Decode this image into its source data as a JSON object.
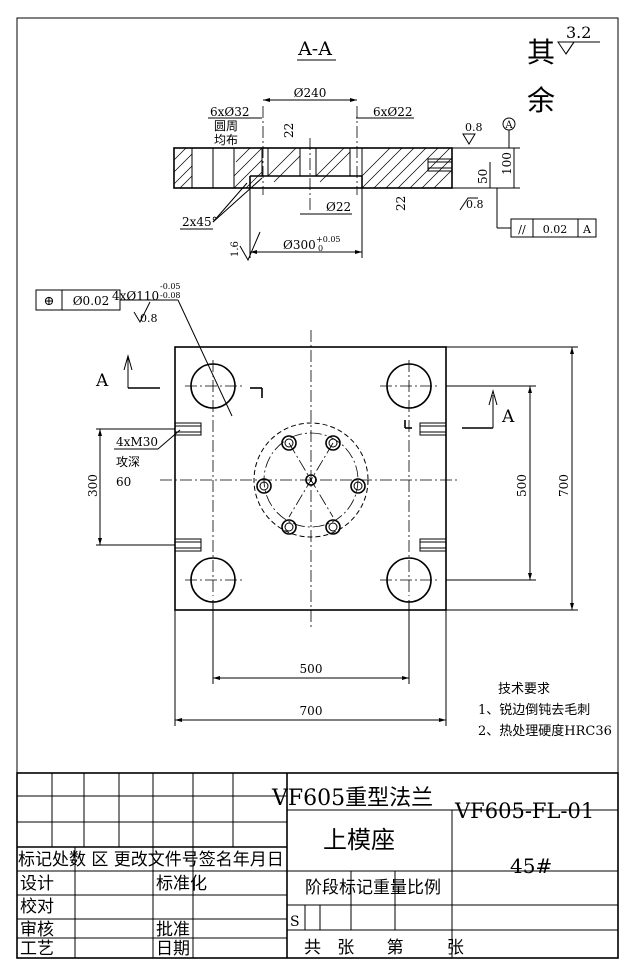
{
  "section_title": "A-A",
  "roughness_note": {
    "main": "其余",
    "value": "3.2"
  },
  "section_dims": {
    "d240": "Ø240",
    "holes_6x32": "6xØ32",
    "circ_pattern_1": "圆周",
    "circ_pattern_2": "均布",
    "holes_6x22": "6xØ22",
    "dim_22_top": "22",
    "dim_22_right": "22",
    "d22": "Ø22",
    "chamfer": "2x45°",
    "d300": "Ø300",
    "d300_tol_upper": "+0.05",
    "d300_tol_lower": "0",
    "dim_50": "50",
    "dim_100": "100",
    "rough_08_a": "0.8",
    "rough_08_b": "0.8",
    "rough_16": "1.6",
    "datum": "A"
  },
  "parallelism_frame": {
    "symbol": "//",
    "value": "0.02",
    "datum": "A"
  },
  "position_frame": {
    "symbol": "⊕",
    "value": "Ø0.02"
  },
  "plan_dims": {
    "bolt_holes": "4xØ110",
    "bolt_tol_upper": "-0.05",
    "bolt_tol_lower": "-0.08",
    "rough_08": "0.8",
    "tapped_holes_1": "4xM30",
    "tapped_holes_2": "攻深",
    "tapped_holes_3": "60",
    "dim_300": "300",
    "dim_500_v": "500",
    "dim_700_v": "700",
    "dim_500_h": "500",
    "dim_700_h": "700",
    "section_mark_left": "A",
    "section_mark_right": "A"
  },
  "tech_requirements": {
    "title": "技术要求",
    "item1": "1、锐边倒钝去毛刺",
    "item2": "2、热处理硬度HRC36"
  },
  "title_block": {
    "project": "VF605重型法兰",
    "drawing_no": "VF605-FL-01",
    "part_name": "上模座",
    "material": "45#",
    "header_row": "标记处数 区 更改文件号签名年月日",
    "stage_label": "阶段标记重量比例",
    "s_label": "S",
    "sheet_label": "共   张      第        张",
    "design": "设计",
    "standardize": "标准化",
    "check": "校对",
    "review": "审核",
    "approve": "批准",
    "process": "工艺",
    "date": "日期"
  }
}
